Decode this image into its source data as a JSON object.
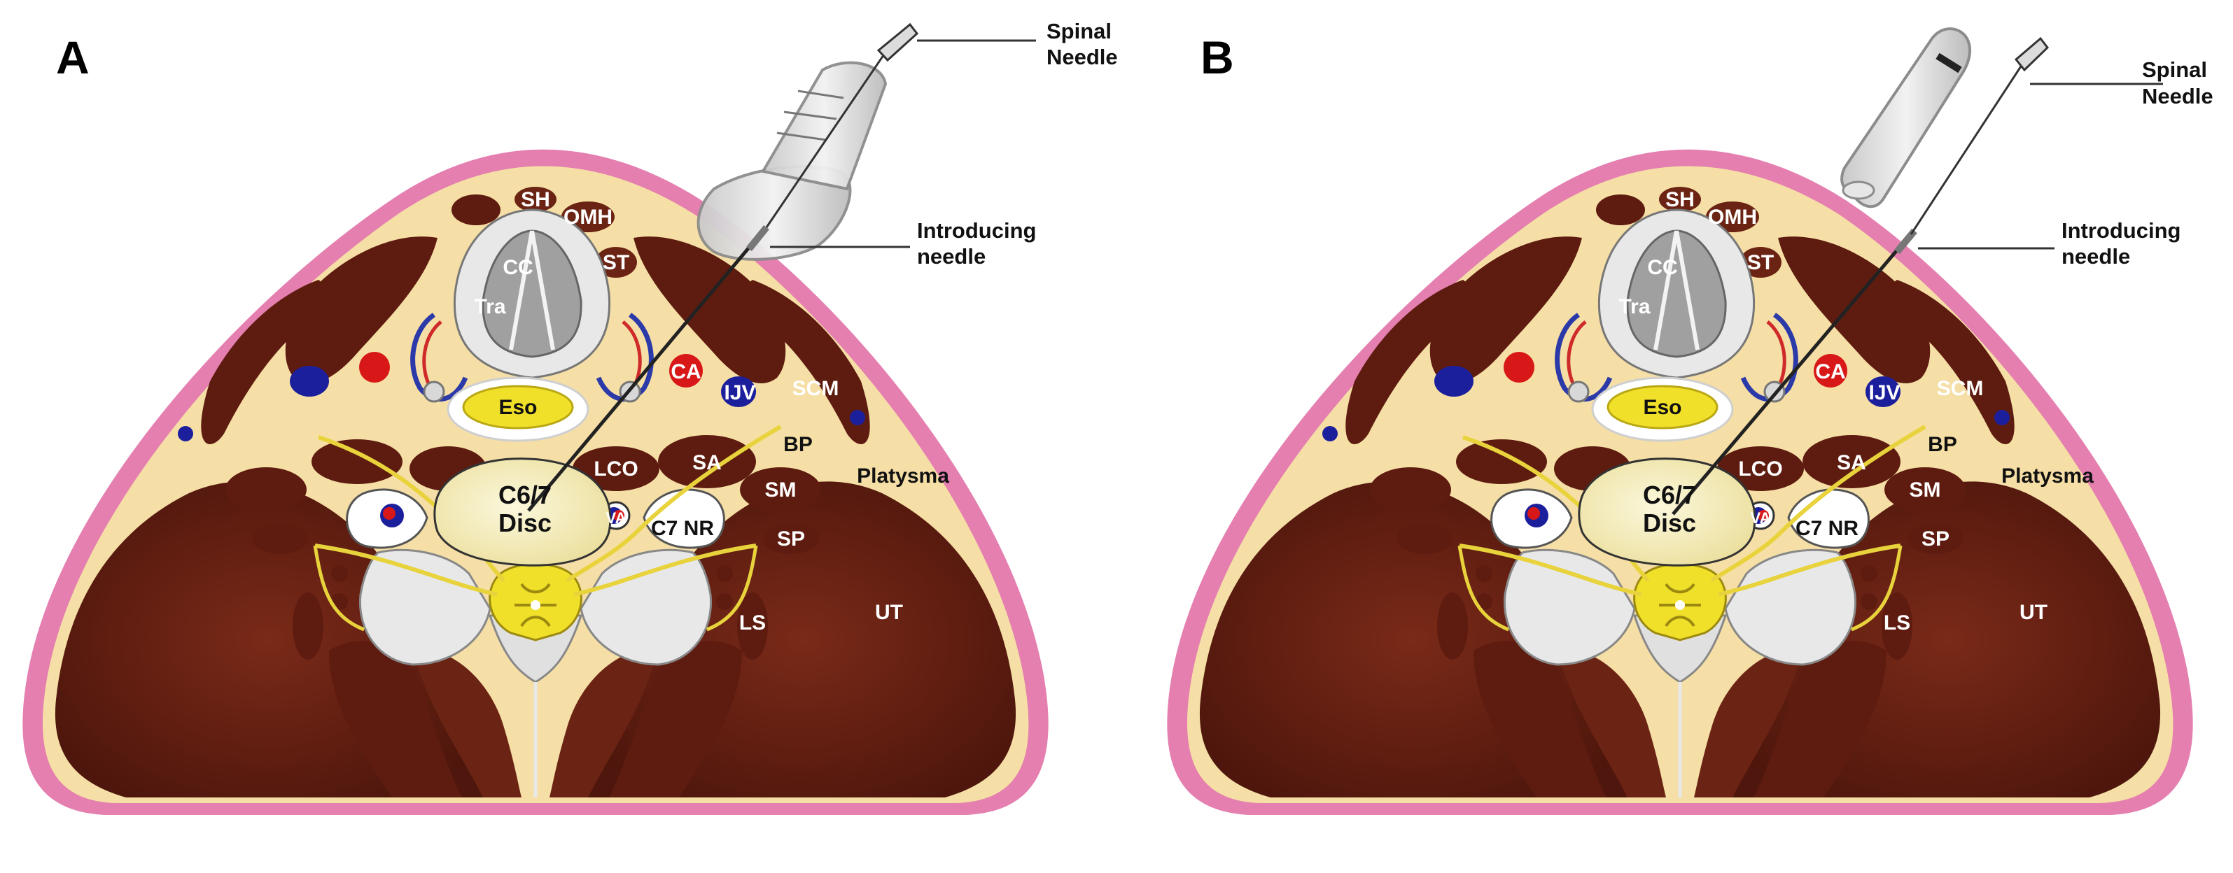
{
  "panels": [
    {
      "letter": "A",
      "labels": {
        "spinal_needle": [
          "Spinal",
          "Needle"
        ],
        "introducing_needle": [
          "Introducing",
          "needle"
        ],
        "sh": "SH",
        "omh": "OMH",
        "cc": "CC",
        "st": "ST",
        "tra": "Tra",
        "eso": "Eso",
        "ca": "CA",
        "ijv": "IJV",
        "scm": "SCM",
        "lco": "LCO",
        "sa": "SA",
        "bp": "BP",
        "platysma": "Platysma",
        "sm": "SM",
        "disc": [
          "C6/7",
          "Disc"
        ],
        "va": "VA",
        "c7nr": "C7 NR",
        "sp": "SP",
        "ls": "LS",
        "ut": "UT"
      }
    },
    {
      "letter": "B",
      "labels": {
        "spinal_needle": [
          "Spinal",
          "Needle"
        ],
        "introducing_needle": [
          "Introducing",
          "needle"
        ],
        "sh": "SH",
        "omh": "OMH",
        "cc": "CC",
        "st": "ST",
        "tra": "Tra",
        "eso": "Eso",
        "ca": "CA",
        "ijv": "IJV",
        "scm": "SCM",
        "lco": "LCO",
        "sa": "SA",
        "bp": "BP",
        "platysma": "Platysma",
        "sm": "SM",
        "disc": [
          "C6/7",
          "Disc"
        ],
        "va": "VA",
        "c7nr": "C7 NR",
        "sp": "SP",
        "ls": "LS",
        "ut": "UT"
      }
    }
  ],
  "colors": {
    "skin": "#e47fb0",
    "subcutaneous": "#f6dfa6",
    "muscle": "#5e1c10",
    "artery": "#d81818",
    "vein": "#1c1f9c",
    "disc": "#f7f1c3",
    "nerve": "#e8d33c",
    "bone": "#e8e8e8",
    "cartilage": "#8c8c8c"
  }
}
